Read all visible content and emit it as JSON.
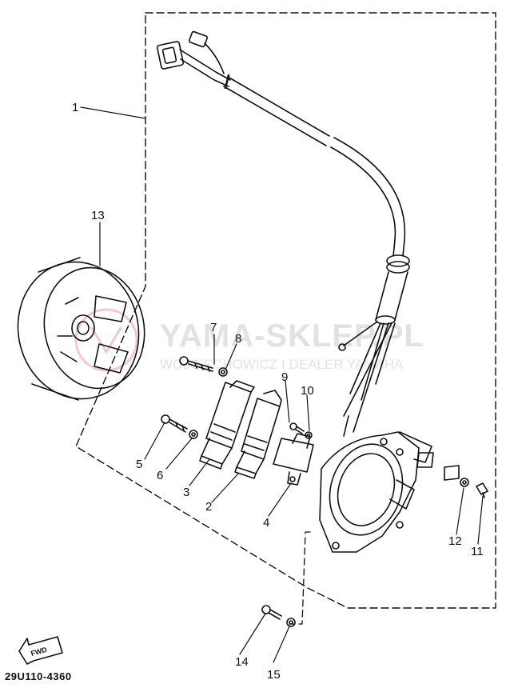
{
  "watermark": {
    "brand": "YAMA-SKLEP.PL",
    "subtitle": "WOJCIECHOWICZ I DEALER YAMAHA"
  },
  "callouts": [
    "1",
    "2",
    "3",
    "4",
    "5",
    "6",
    "7",
    "8",
    "9",
    "10",
    "11",
    "12",
    "13",
    "14",
    "15"
  ],
  "drawing_code": "29U110-4360",
  "direction_marker": {
    "label": "FWD",
    "icon": "forward-arrow-icon"
  },
  "colors": {
    "line": "#111111",
    "watermark": "#e2e2e2",
    "watermark_logo": "#f3c9c9"
  }
}
